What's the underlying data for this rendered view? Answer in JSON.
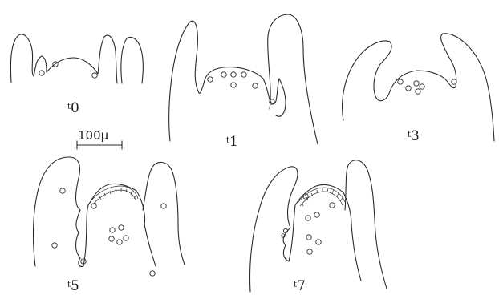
{
  "panels": [
    {
      "prefix": "t",
      "sub": "0"
    },
    {
      "prefix": "t",
      "sub": "1"
    },
    {
      "prefix": "t",
      "sub": "3"
    },
    {
      "prefix": "t",
      "sub": "5"
    },
    {
      "prefix": "t",
      "sub": "7"
    }
  ],
  "scale_bar": {
    "label": "100μ"
  }
}
